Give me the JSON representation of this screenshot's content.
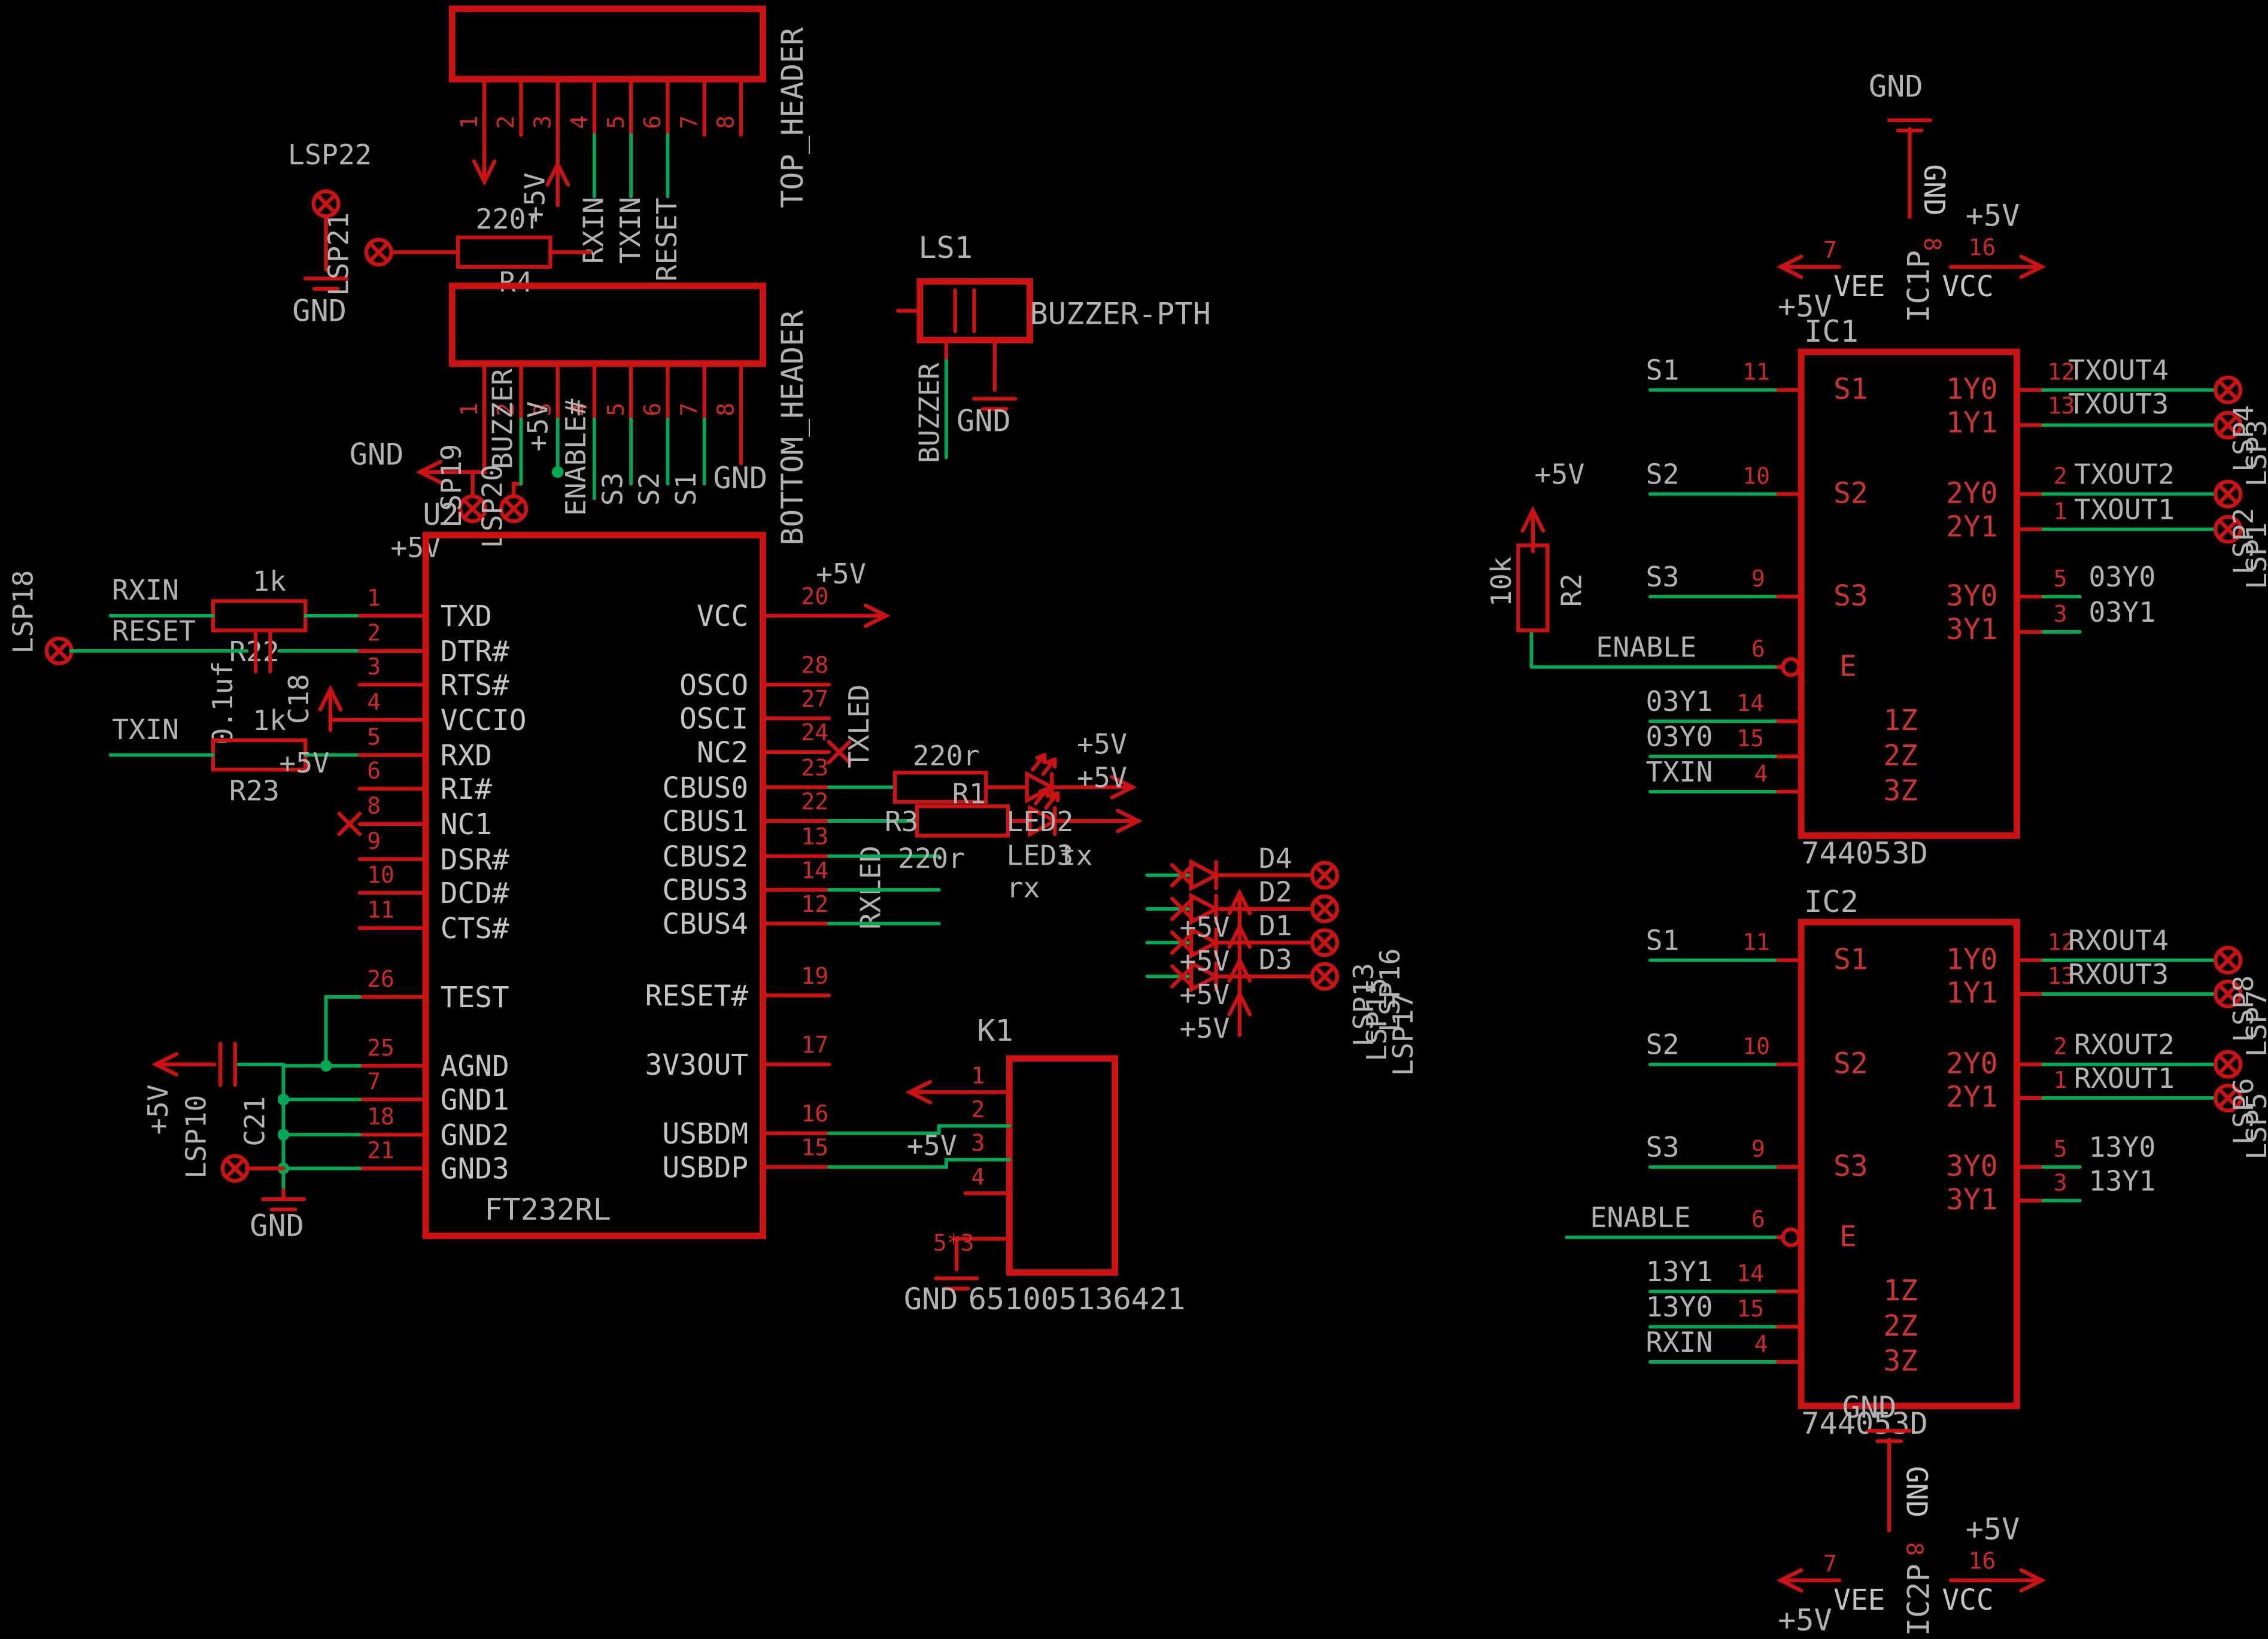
{
  "colors": {
    "background": "#000000",
    "symbol_red": "#cc1212",
    "net_green": "#00aa55",
    "label_gray": "#b2b2b2"
  },
  "shared": {
    "gnd": "GND",
    "p5v": "+5V"
  },
  "top_header": {
    "title": "TOP_HEADER",
    "pins": [
      "1",
      "2",
      "3",
      "4",
      "5",
      "6",
      "7",
      "8"
    ],
    "sig_5v": "+5V",
    "sig_rxin": "RXIN",
    "sig_txin": "TXIN",
    "sig_reset": "RESET"
  },
  "bottom_header": {
    "title": "BOTTOM_HEADER",
    "pins": [
      "1",
      "2",
      "3",
      "4",
      "5",
      "6",
      "7",
      "8"
    ],
    "sig_buzzer": "BUZZER",
    "sig_5v": "+5V",
    "sig_enable": "ENABLE#",
    "sig_s3": "S3",
    "sig_s2": "S2",
    "sig_s1": "S1"
  },
  "pads": {
    "lsp22": "LSP22",
    "lsp21": "LSP21",
    "lsp19": "LSP19",
    "lsp20": "LSP20",
    "lsp18": "LSP18",
    "lsp10": "LSP10",
    "diode_pads": [
      "LSP13",
      "LSP15",
      "LSP16",
      "LSP17"
    ],
    "txout_pads": [
      "LSP4",
      "LSP3",
      "LSP2",
      "LSP1"
    ],
    "rxout_pads": [
      "LSP8",
      "LSP7",
      "LSP6",
      "LSP5"
    ]
  },
  "nets": {
    "rxin": "RXIN",
    "txin": "TXIN",
    "reset": "RESET",
    "txled": "TXLED",
    "rxled": "RXLED",
    "enable": "ENABLE",
    "s1": "S1",
    "s2": "S2",
    "s3": "S3",
    "y03_0": "03Y0",
    "y03_1": "03Y1",
    "y13_0": "13Y0",
    "y13_1": "13Y1",
    "txout1": "TXOUT1",
    "txout2": "TXOUT2",
    "txout3": "TXOUT3",
    "txout4": "TXOUT4",
    "rxout1": "RXOUT1",
    "rxout2": "RXOUT2",
    "rxout3": "RXOUT3",
    "rxout4": "RXOUT4"
  },
  "r4": {
    "ref": "R4",
    "value": "220r"
  },
  "r22": {
    "ref": "R22",
    "value": "1k"
  },
  "r23": {
    "ref": "R23",
    "value": "1k"
  },
  "r3": {
    "ref": "R3",
    "value": "220r"
  },
  "r1": {
    "ref": "R1",
    "value": "220r"
  },
  "r2": {
    "ref": "R2",
    "value": "10k"
  },
  "c18": {
    "ref": "C18",
    "value": "0.1uf"
  },
  "c21": {
    "ref": "C21"
  },
  "ls1": {
    "ref": "LS1",
    "value": "BUZZER-PTH",
    "net": "BUZZER"
  },
  "led2": {
    "ref": "LED2",
    "tag": "tx"
  },
  "led3": {
    "ref": "LED3",
    "tag": "rx"
  },
  "diodes": {
    "d4": "D4",
    "d2": "D2",
    "d1": "D1",
    "d3": "D3"
  },
  "k1": {
    "ref": "K1",
    "value": "651005136421",
    "pins": [
      "1",
      "2",
      "3",
      "4",
      "5*3"
    ]
  },
  "u2": {
    "ref": "U2",
    "value": "FT232RL",
    "left": [
      {
        "n": "TXD",
        "p": "1"
      },
      {
        "n": "DTR#",
        "p": "2"
      },
      {
        "n": "RTS#",
        "p": "3"
      },
      {
        "n": "VCCIO",
        "p": "4"
      },
      {
        "n": "RXD",
        "p": "5"
      },
      {
        "n": "RI#",
        "p": "6"
      },
      {
        "n": "NC1",
        "p": "8"
      },
      {
        "n": "DSR#",
        "p": "9"
      },
      {
        "n": "DCD#",
        "p": "10"
      },
      {
        "n": "CTS#",
        "p": "11"
      },
      {
        "n": "TEST",
        "p": "26"
      },
      {
        "n": "AGND",
        "p": "25"
      },
      {
        "n": "GND1",
        "p": "7"
      },
      {
        "n": "GND2",
        "p": "18"
      },
      {
        "n": "GND3",
        "p": "21"
      }
    ],
    "right": [
      {
        "n": "VCC",
        "p": "20"
      },
      {
        "n": "OSCO",
        "p": "28"
      },
      {
        "n": "OSCI",
        "p": "27"
      },
      {
        "n": "NC2",
        "p": "24"
      },
      {
        "n": "CBUS0",
        "p": "23"
      },
      {
        "n": "CBUS1",
        "p": "22"
      },
      {
        "n": "CBUS2",
        "p": "13"
      },
      {
        "n": "CBUS3",
        "p": "14"
      },
      {
        "n": "CBUS4",
        "p": "12"
      },
      {
        "n": "RESET#",
        "p": "19"
      },
      {
        "n": "3V3OUT",
        "p": "17"
      },
      {
        "n": "USBDM",
        "p": "16"
      },
      {
        "n": "USBDP",
        "p": "15"
      }
    ]
  },
  "ic1": {
    "ref": "IC1",
    "value": "744053D",
    "pwr_ref": "IC1P",
    "pin_numbers": {
      "s1": "11",
      "s2": "10",
      "s3": "9",
      "e": "6",
      "z1": "14",
      "z2": "15",
      "z3": "4",
      "y10": "12",
      "y11": "13",
      "y20": "2",
      "y21": "1",
      "y30": "5",
      "y31": "3",
      "vee": "7",
      "vcc": "16",
      "gnd": "8"
    },
    "pin_names": {
      "s1": "S1",
      "s2": "S2",
      "s3": "S3",
      "e": "E",
      "z1": "1Z",
      "z2": "2Z",
      "z3": "3Z",
      "y10": "1Y0",
      "y11": "1Y1",
      "y20": "2Y0",
      "y21": "2Y1",
      "y30": "3Y0",
      "y31": "3Y1",
      "vee": "VEE",
      "vcc": "VCC",
      "gnd": "GND"
    }
  },
  "ic2": {
    "ref": "IC2",
    "value": "744053D",
    "pwr_ref": "IC2P",
    "pin_numbers": {
      "s1": "11",
      "s2": "10",
      "s3": "9",
      "e": "6",
      "z1": "14",
      "z2": "15",
      "z3": "4",
      "y10": "12",
      "y11": "13",
      "y20": "2",
      "y21": "1",
      "y30": "5",
      "y31": "3",
      "vee": "7",
      "vcc": "16",
      "gnd": "8"
    },
    "pin_names": {
      "s1": "S1",
      "s2": "S2",
      "s3": "S3",
      "e": "E",
      "z1": "1Z",
      "z2": "2Z",
      "z3": "3Z",
      "y10": "1Y0",
      "y11": "1Y1",
      "y20": "2Y0",
      "y21": "2Y1",
      "y30": "3Y0",
      "y31": "3Y1",
      "vee": "VEE",
      "vcc": "VCC",
      "gnd": "GND"
    }
  }
}
